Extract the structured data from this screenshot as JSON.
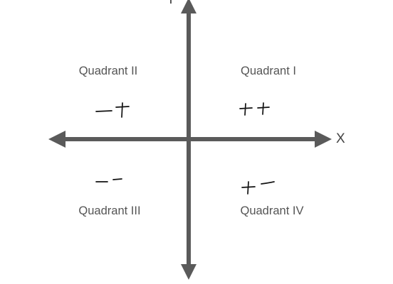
{
  "axes": {
    "x_label": "X",
    "y_label": "Y"
  },
  "quadrants": [
    {
      "id": "I",
      "label": "Quadrant I",
      "signs": "+ +"
    },
    {
      "id": "II",
      "label": "Quadrant II",
      "signs": "− +"
    },
    {
      "id": "III",
      "label": "Quadrant III",
      "signs": "− −"
    },
    {
      "id": "IV",
      "label": "Quadrant IV",
      "signs": "+ −"
    }
  ],
  "colors": {
    "axis": "#5a5a5a",
    "label_text": "#555555",
    "handwriting": "#111111"
  }
}
